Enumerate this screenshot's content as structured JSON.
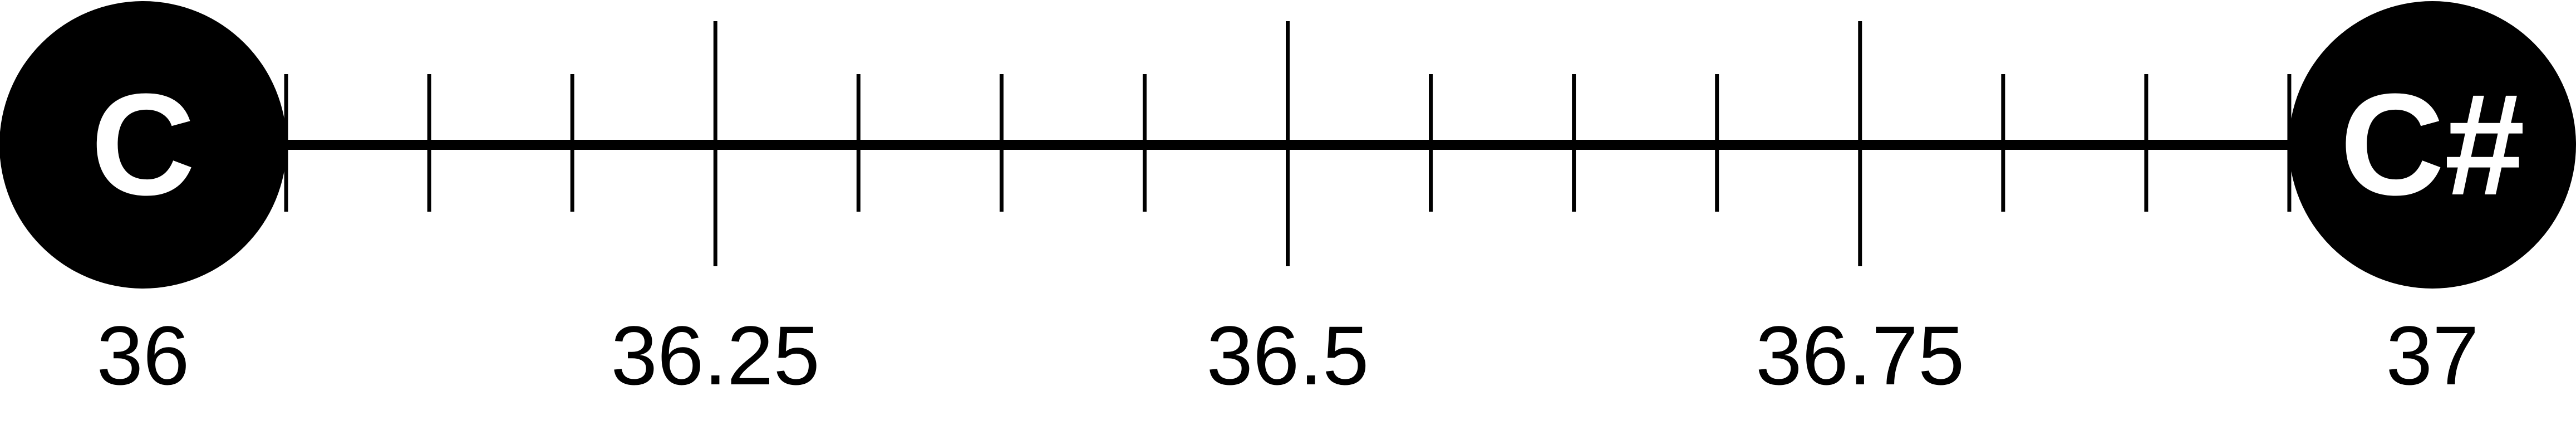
{
  "diagram": {
    "start_node": {
      "label": "C",
      "value": 36
    },
    "end_node": {
      "label": "C#",
      "value": 37
    },
    "labeled_ticks": [
      {
        "value": 36,
        "label": "36"
      },
      {
        "value": 36.25,
        "label": "36.25"
      },
      {
        "value": 36.5,
        "label": "36.5"
      },
      {
        "value": 36.75,
        "label": "36.75"
      },
      {
        "value": 37,
        "label": "37"
      }
    ],
    "minor_ticks_per_quarter": 3,
    "colors": {
      "line": "#000000",
      "node_fill": "#000000",
      "node_text": "#ffffff",
      "background": "#ffffff"
    }
  }
}
